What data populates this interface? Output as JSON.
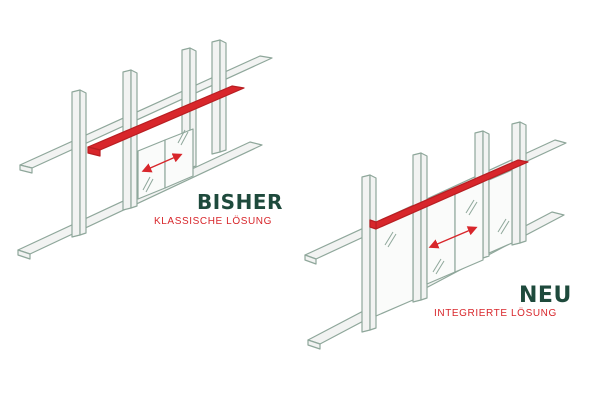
{
  "variants": {
    "old": {
      "title": "BISHER",
      "subtitle": "KLASSISCHE LÖSUNG"
    },
    "new": {
      "title": "NEU",
      "subtitle": "INTEGRIERTE LÖSUNG"
    }
  },
  "colors": {
    "frame_fill": "#f2f3f2",
    "frame_stroke": "#8fa79b",
    "accent_red": "#d8262b",
    "glass_stroke": "#8fa79b",
    "title_text": "#1e4a3c"
  },
  "icons": {
    "slide_arrow": "double-headed-arrow"
  }
}
